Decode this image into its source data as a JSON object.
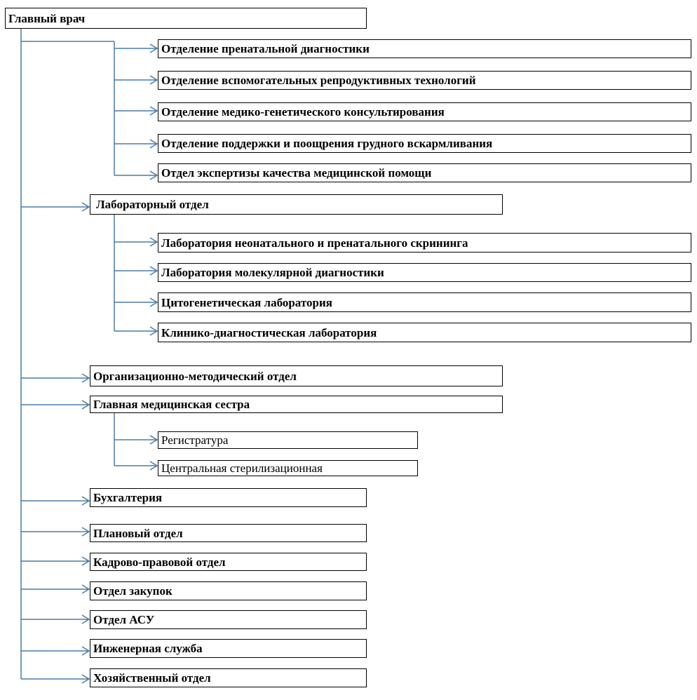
{
  "colors": {
    "connector": "#4A7CA8",
    "border": "#000000",
    "text": "#000000",
    "background": "#ffffff"
  },
  "root": {
    "label": "Главный врач"
  },
  "branches": [
    {
      "label": "Отделение пренатальной диагностики"
    },
    {
      "label": "Отделение вспомогательных репродуктивных технологий"
    },
    {
      "label": "Отделение медико-генетического консультирования"
    },
    {
      "label": "Отделение поддержки и поощрения грудного вскармливания"
    },
    {
      "label": "Отдел экспертизы качества медицинской помощи"
    },
    {
      "label": "Лабораторный отдел",
      "children": [
        {
          "label": "Лаборатория неонатального и пренатального скрининга"
        },
        {
          "label": "Лаборатория молекулярной диагностики"
        },
        {
          "label": "Цитогенетическая лаборатория"
        },
        {
          "label": "Клинико-диагностическая лаборатория"
        }
      ]
    },
    {
      "label": "Организационно-методический отдел"
    },
    {
      "label": "Главная медицинская сестра",
      "children": [
        {
          "label": "Регистратура"
        },
        {
          "label": "Центральная стерилизационная"
        }
      ]
    },
    {
      "label": "Бухгалтерия"
    },
    {
      "label": "Плановый отдел"
    },
    {
      "label": "Кадрово-правовой отдел"
    },
    {
      "label": "Отдел закупок"
    },
    {
      "label": "Отдел АСУ"
    },
    {
      "label": "Инженерная служба"
    },
    {
      "label": "Хозяйственный отдел"
    }
  ]
}
